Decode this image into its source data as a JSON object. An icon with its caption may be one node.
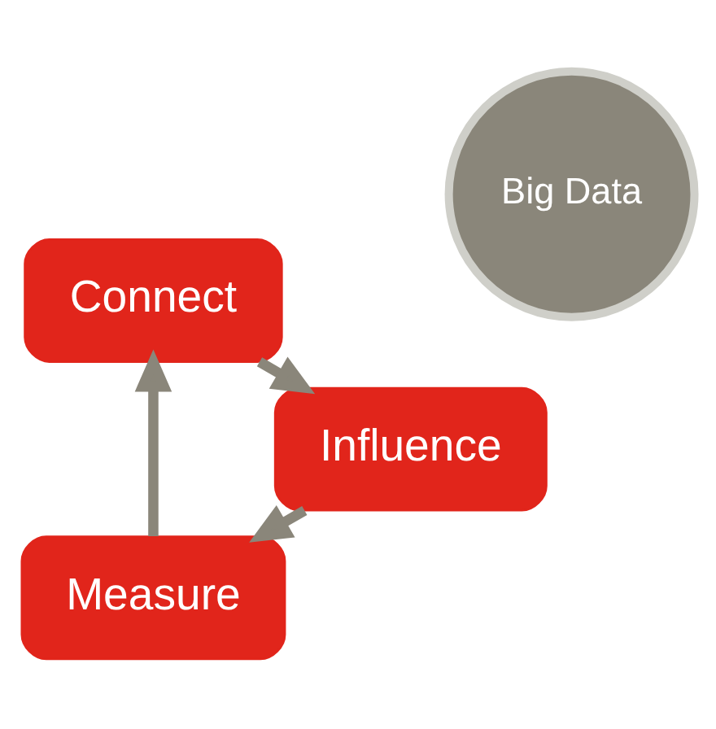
{
  "diagram": {
    "nodes": [
      {
        "text": [
          "Measure"
        ]
      },
      {
        "text": [
          "Connect"
        ]
      },
      {
        "text": [
          "Influence"
        ]
      },
      {
        "text": [
          "Big Data"
        ]
      }
    ],
    "edges": [
      {
        "from": 0,
        "to": 1,
        "arrow": "to"
      },
      {
        "from": 1,
        "to": 2,
        "arrow": "to"
      },
      {
        "from": 2,
        "to": 0,
        "arrow": "to"
      }
    ]
  }
}
